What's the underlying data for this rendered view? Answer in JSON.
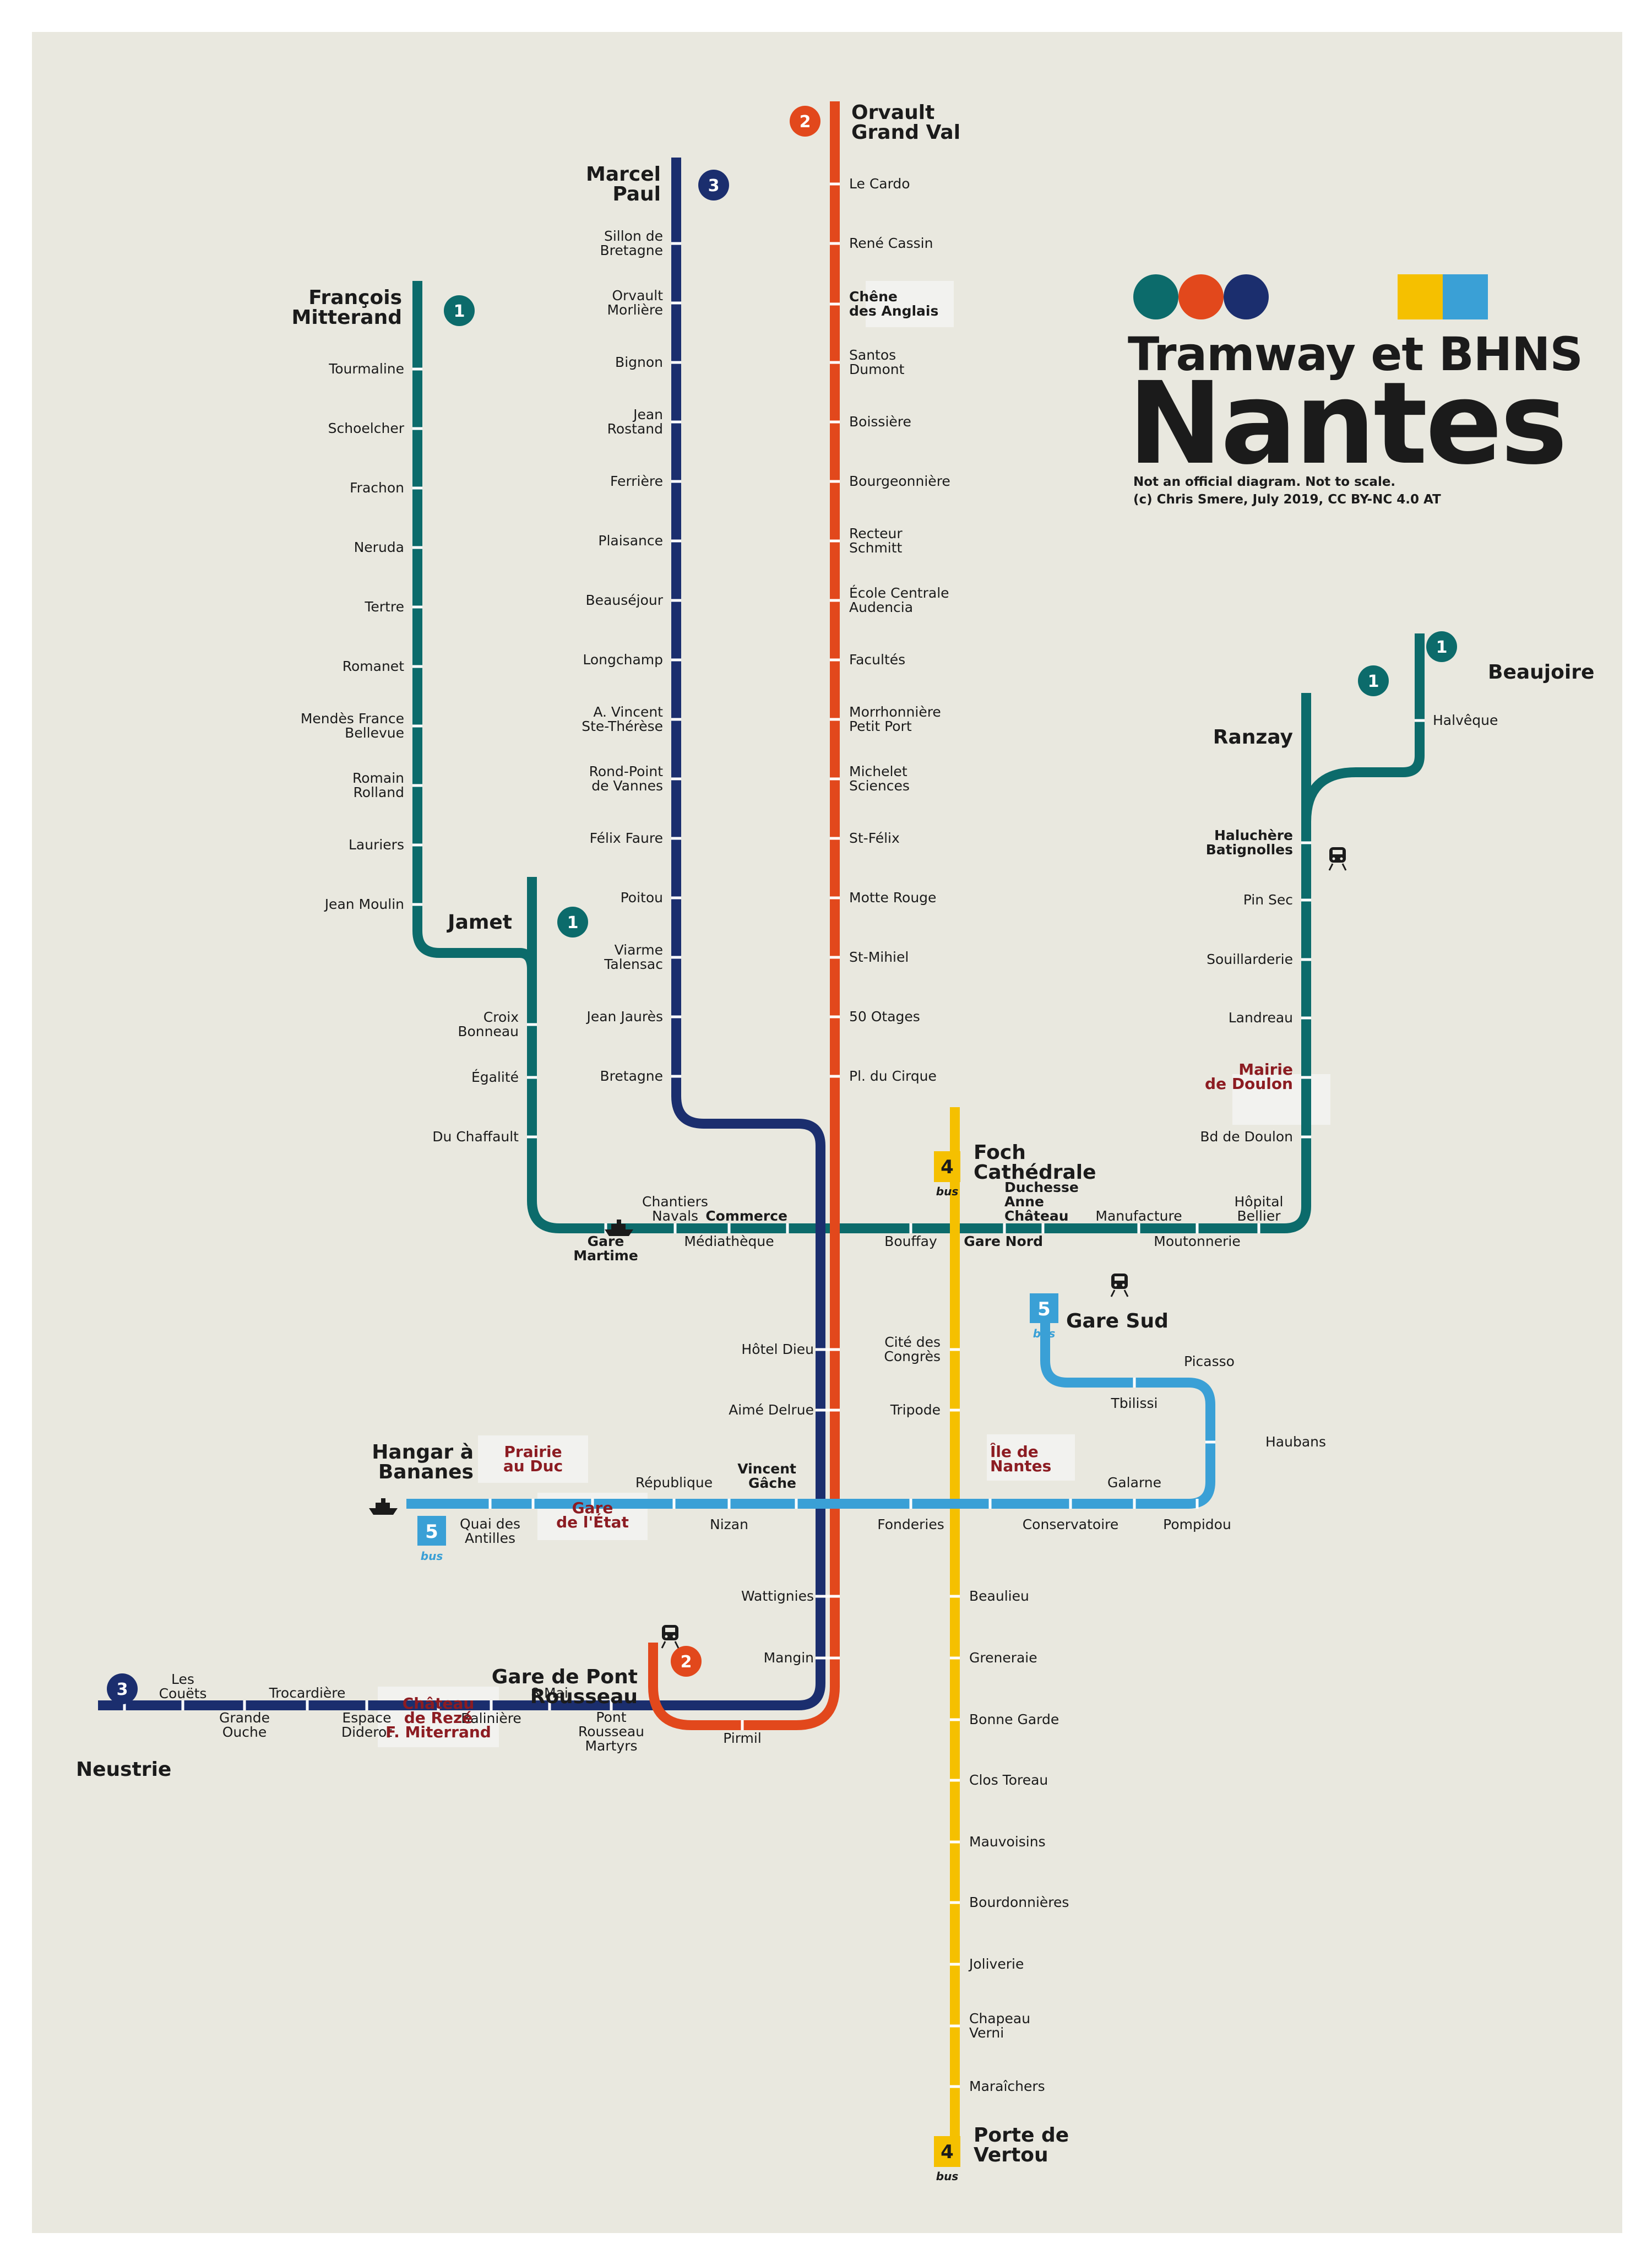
{
  "colors": {
    "background": "#e9e8df",
    "line1": "#0c6b6b",
    "line2": "#e2481c",
    "line3": "#1b2e6e",
    "line4": "#f5c000",
    "line5": "#3aa0d6",
    "highlight_text": "#8c1c22"
  },
  "legend": {
    "subtitle": "Tramway et BHNS",
    "title": "Nantes",
    "note_line1": "Not an official diagram. Not to scale.",
    "note_line2": "(c) Chris Smere, July 2019,  CC BY-NC 4.0 AT"
  },
  "badges": {
    "l1": "1",
    "l2": "2",
    "l3": "3",
    "l4": "4",
    "l5": "5",
    "bus": "bus"
  },
  "terminals": {
    "francois": [
      "François",
      "Mitterand"
    ],
    "jamet": "Jamet",
    "marcel": [
      "Marcel",
      "Paul"
    ],
    "orvault": [
      "Orvault",
      "Grand Val"
    ],
    "ranzay": "Ranzay",
    "beaujoire": "Beaujoire",
    "foch": [
      "Foch",
      "Cathédrale"
    ],
    "gare_sud": "Gare Sud",
    "hangar": [
      "Hangar à",
      "Bananes"
    ],
    "pont_rousseau": [
      "Gare de Pont",
      "Rousseau"
    ],
    "neustrie": "Neustrie",
    "porte_vertou": [
      "Porte de",
      "Vertou"
    ]
  },
  "stations": {
    "l1_west": [
      [
        "Tourmaline"
      ],
      [
        "Schoelcher"
      ],
      [
        "Frachon"
      ],
      [
        "Neruda"
      ],
      [
        "Tertre"
      ],
      [
        "Romanet"
      ],
      [
        "Mendès France",
        "Bellevue"
      ],
      [
        "Romain",
        "Rolland"
      ],
      [
        "Lauriers"
      ],
      [
        "Jean Moulin"
      ]
    ],
    "l1_jamet": [
      [
        "Croix",
        "Bonneau"
      ],
      [
        "Égalité"
      ],
      [
        "Du Chaffault"
      ]
    ],
    "l3_north": [
      [
        "Sillon de",
        "Bretagne"
      ],
      [
        "Orvault",
        "Morlière"
      ],
      [
        "Bignon"
      ],
      [
        "Jean",
        "Rostand"
      ],
      [
        "Ferrière"
      ],
      [
        "Plaisance"
      ],
      [
        "Beauséjour"
      ],
      [
        "Longchamp"
      ],
      [
        "A. Vincent",
        "Ste-Thérèse"
      ],
      [
        "Rond-Point",
        "de Vannes"
      ],
      [
        "Félix Faure"
      ],
      [
        "Poitou"
      ],
      [
        "Viarme",
        "Talensac"
      ],
      [
        "Jean Jaurès"
      ],
      [
        "Bretagne"
      ]
    ],
    "l2_north": [
      [
        "Le Cardo"
      ],
      [
        "René Cassin"
      ],
      [
        "Santos",
        "Dumont"
      ],
      [
        "Boissière"
      ],
      [
        "Bourgeonnière"
      ],
      [
        "Recteur",
        "Schmitt"
      ],
      [
        "École Centrale",
        "Audencia"
      ],
      [
        "Facultés"
      ],
      [
        "Morrhonnière",
        "Petit Port"
      ],
      [
        "Michelet",
        "Sciences"
      ],
      [
        "St-Félix"
      ],
      [
        "Motte Rouge"
      ],
      [
        "St-Mihiel"
      ],
      [
        "50 Otages"
      ],
      [
        "Pl. du Cirque"
      ]
    ],
    "chene": [
      "Chêne",
      "des Anglais"
    ],
    "l1_east": [
      [
        "Halvêque"
      ],
      [
        "Haluchère",
        "Batignolles"
      ],
      [
        "Pin Sec"
      ],
      [
        "Souillarderie"
      ],
      [
        "Landreau"
      ],
      [
        "Bd de Doulon"
      ]
    ],
    "mairie_doulon": [
      "Mairie",
      "de Doulon"
    ],
    "l1_main_top": [
      [
        "Chantiers",
        "Navals"
      ],
      [
        "Commerce"
      ],
      [
        "Duchesse",
        "Anne",
        "Château"
      ],
      [
        "Manufacture"
      ],
      [
        "Hôpital",
        "Bellier"
      ]
    ],
    "l1_main_bottom": [
      [
        "Gare",
        "Martime"
      ],
      [
        "Médiathèque"
      ],
      [
        "Bouffay"
      ],
      [
        "Gare Nord"
      ],
      [
        "Moutonnerie"
      ]
    ],
    "l2l3_south": [
      [
        "Hôtel Dieu"
      ],
      [
        "Aimé Delrue"
      ],
      [
        "Wattignies"
      ],
      [
        "Mangin"
      ]
    ],
    "l4": [
      [
        "Cité des",
        "Congrès"
      ],
      [
        "Tripode"
      ],
      [
        "Beaulieu"
      ],
      [
        "Greneraie"
      ],
      [
        "Bonne Garde"
      ],
      [
        "Clos Toreau"
      ],
      [
        "Mauvoisins"
      ],
      [
        "Bourdonnières"
      ],
      [
        "Joliverie"
      ],
      [
        "Chapeau",
        "Verni"
      ],
      [
        "Maraîchers"
      ]
    ],
    "l5_top": [
      [
        "République"
      ],
      [
        "Vincent",
        "Gâche"
      ],
      [
        "Galarne"
      ],
      [
        "Picasso"
      ],
      [
        "Tbilissi"
      ],
      [
        "Haubans"
      ]
    ],
    "l5_bottom": [
      [
        "Quai des",
        "Antilles"
      ],
      [
        "Nizan"
      ],
      [
        "Fonderies"
      ],
      [
        "Conservatoire"
      ],
      [
        "Pompidou"
      ]
    ],
    "l5_red": [
      [
        "Prairie",
        "au Duc"
      ],
      [
        "Gare",
        "de l'État"
      ],
      [
        "Île de",
        "Nantes"
      ]
    ],
    "l3_south_top": [
      [
        "Les",
        "Couëts"
      ],
      [
        "Trocardière"
      ],
      [
        "8 Mai"
      ]
    ],
    "l3_south_bottom": [
      [
        "Grande",
        "Ouche"
      ],
      [
        "Espace",
        "Diderot"
      ],
      [
        "Balinière"
      ],
      [
        "Pont",
        "Rousseau",
        "Martyrs"
      ],
      [
        "Pirmil"
      ]
    ],
    "chateau_reze": [
      "Château",
      "de Rezé",
      "F. Miterrand"
    ]
  }
}
